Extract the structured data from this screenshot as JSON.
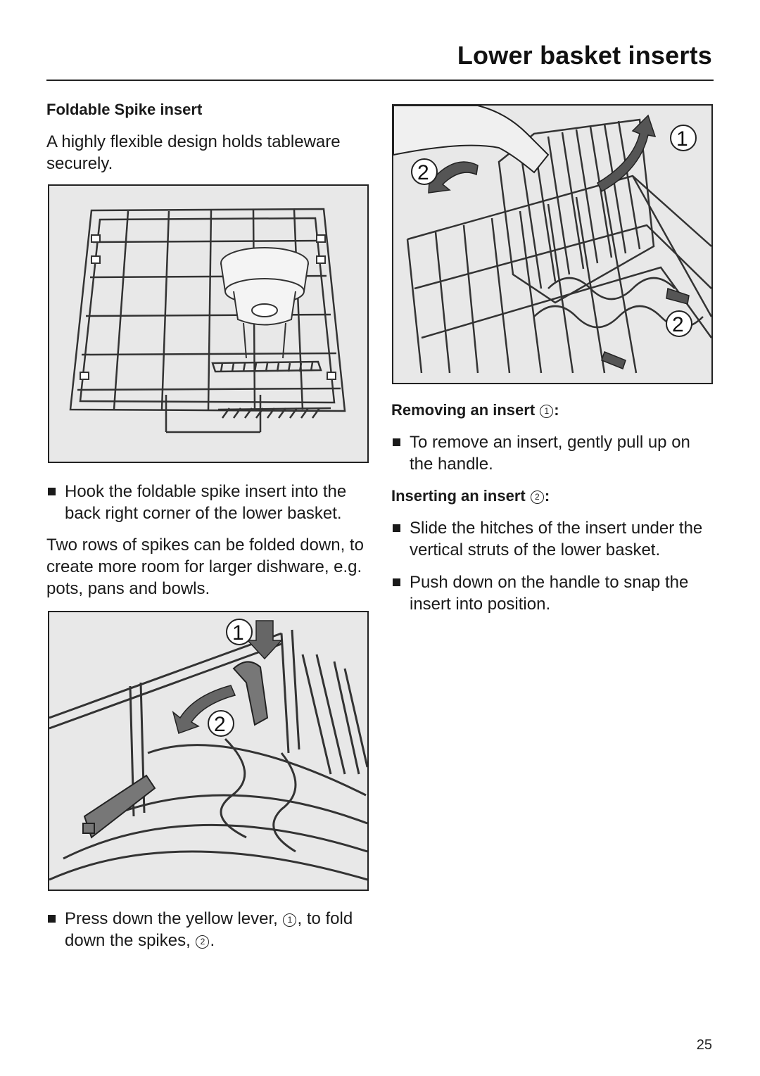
{
  "header": {
    "title": "Lower basket inserts"
  },
  "foldable": {
    "heading": "Foldable Spike insert",
    "intro": "A highly flexible design holds tableware securely.",
    "bullet_hook": "Hook the foldable spike insert into the back right corner of the lower basket.",
    "para_rows": "Two rows of spikes can be folded down, to create more room for larger dishware, e.g. pots, pans and bowls.",
    "bullet_press": {
      "t1": "Press down the yellow lever,",
      "m1": "1",
      "t2": ", to fold down the spikes,",
      "m2": "2",
      "t3": "."
    }
  },
  "removing": {
    "heading": "Removing an insert",
    "marker": "1",
    "bullet": "To remove an insert, gently pull up on the handle."
  },
  "inserting": {
    "heading": "Inserting an insert",
    "marker": "2",
    "bullets": [
      "Slide the hitches of the insert under the vertical struts of the lower basket.",
      "Push down on the handle to snap the insert into position."
    ]
  },
  "figures": {
    "lever": {
      "label_1": "1",
      "label_2": "2"
    },
    "removal": {
      "label_1": "1",
      "label_2a": "2",
      "label_2b": "2"
    }
  },
  "footer": {
    "page_number": "25"
  }
}
